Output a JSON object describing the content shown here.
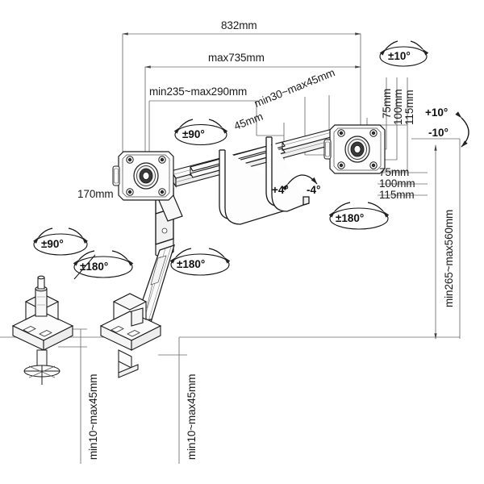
{
  "drawing": {
    "title": "Dual monitor gas-spring desk mount — dimensional drawing",
    "type": "technical-line-drawing",
    "background_color": "#ffffff",
    "line_color": "#1a1a1a",
    "dimension_line_color": "#555555"
  },
  "dimensions": {
    "overall_width": "832mm",
    "max_span": "max735mm",
    "monitor_height_range": "min235~max290mm",
    "arm_offset": "45mm",
    "gap_range": "min30~max45mm",
    "left_offset": "170mm",
    "column_height_range": "min265~max560mm",
    "left_clamp_thickness": "min10~max45mm",
    "right_clamp_thickness": "min10~max45mm",
    "vesa_right_top": [
      "75mm",
      "100mm",
      "115mm"
    ],
    "vesa_right_bottom": [
      "75mm",
      "100mm",
      "115mm"
    ]
  },
  "angles": {
    "swivel_left": "±90°",
    "rotate_left": "±180°",
    "rotate_left_arm": "±180°",
    "swivel_mid": "±90°",
    "tilt_arm_plus": "+4°",
    "tilt_arm_minus": "-4°",
    "pan_top_right": "±10°",
    "tilt_right_plus": "+10°",
    "tilt_right_minus": "-10°",
    "rotate_right": "±180°"
  },
  "labels": {
    "d_832": "832mm",
    "d_735": "max735mm",
    "d_235_290": "min235~max290mm",
    "d_45": "45mm",
    "d_30_45": "min30~max45mm",
    "d_170": "170mm",
    "d_265_560": "min265~max560mm",
    "d_clamp_left": "min10~max45mm",
    "d_clamp_right": "min10~max45mm",
    "v_75_a": "75mm",
    "v_100_a": "100mm",
    "v_115_a": "115mm",
    "v_75_b": "75mm",
    "v_100_b": "100mm",
    "v_115_b": "115mm",
    "a_90_left": "±90°",
    "a_180_left": "±180°",
    "a_180_arm": "±180°",
    "a_90_mid": "±90°",
    "a_tilt_plus": "+4°",
    "a_tilt_minus": "-4°",
    "a_10_top": "±10°",
    "a_plus10": "+10°",
    "a_minus10": "-10°",
    "a_180_right": "±180°"
  }
}
